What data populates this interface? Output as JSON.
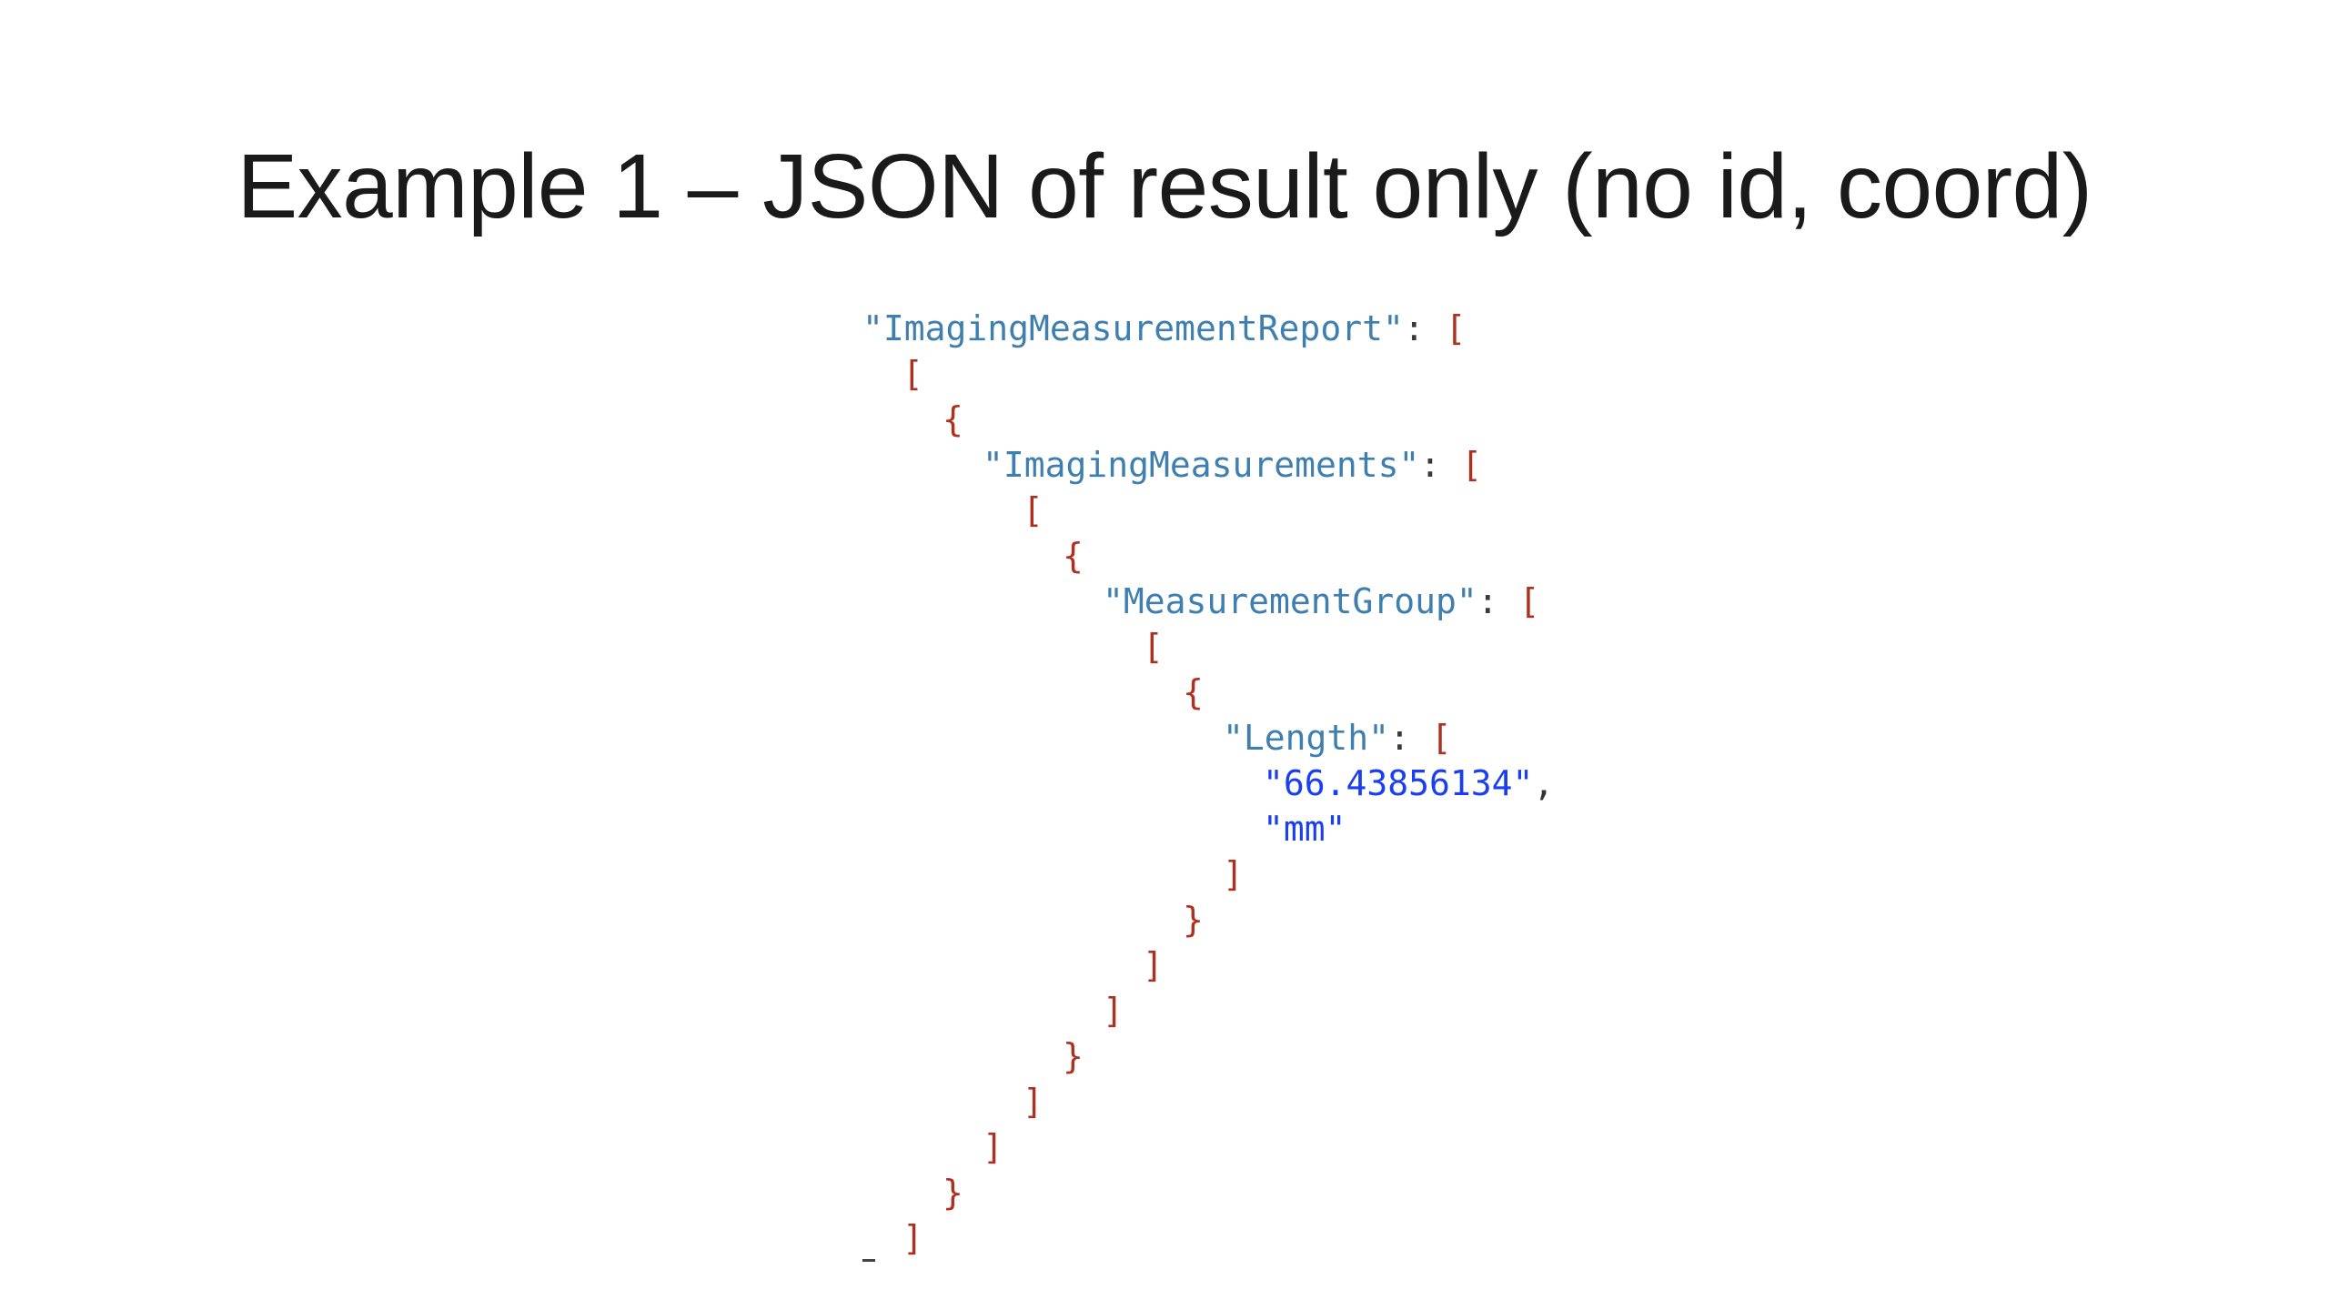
{
  "slide": {
    "title": "Example 1 – JSON of result only (no id, coord)"
  },
  "code": {
    "lines": [
      {
        "indent": 0,
        "key": "\"ImagingMeasurementReport\"",
        "colon": ": ",
        "bracket": "["
      },
      {
        "indent": 1,
        "bracket": "["
      },
      {
        "indent": 2,
        "bracket": "{"
      },
      {
        "indent": 3,
        "key": "\"ImagingMeasurements\"",
        "colon": ": ",
        "bracket": "["
      },
      {
        "indent": 4,
        "bracket": "["
      },
      {
        "indent": 5,
        "bracket": "{"
      },
      {
        "indent": 6,
        "key": "\"MeasurementGroup\"",
        "colon": ": ",
        "bracket": "["
      },
      {
        "indent": 7,
        "bracket": "["
      },
      {
        "indent": 8,
        "bracket": "{"
      },
      {
        "indent": 9,
        "key": "\"Length\"",
        "colon": ": ",
        "bracket": "["
      },
      {
        "indent": 10,
        "value": "\"66.43856134\"",
        "comma": ","
      },
      {
        "indent": 10,
        "value": "\"mm\""
      },
      {
        "indent": 9,
        "bracket": "]"
      },
      {
        "indent": 8,
        "bracket": "}"
      },
      {
        "indent": 7,
        "bracket": "]"
      },
      {
        "indent": 6,
        "bracket": "]"
      },
      {
        "indent": 5,
        "bracket": "}"
      },
      {
        "indent": 4,
        "bracket": "]"
      },
      {
        "indent": 3,
        "bracket": "]"
      },
      {
        "indent": 2,
        "bracket": "}"
      },
      {
        "indent": 1,
        "bracket": "]"
      }
    ]
  },
  "colors": {
    "key": "#3f7fb0",
    "bracket": "#b03020",
    "string_value": "#1a3ff2"
  }
}
